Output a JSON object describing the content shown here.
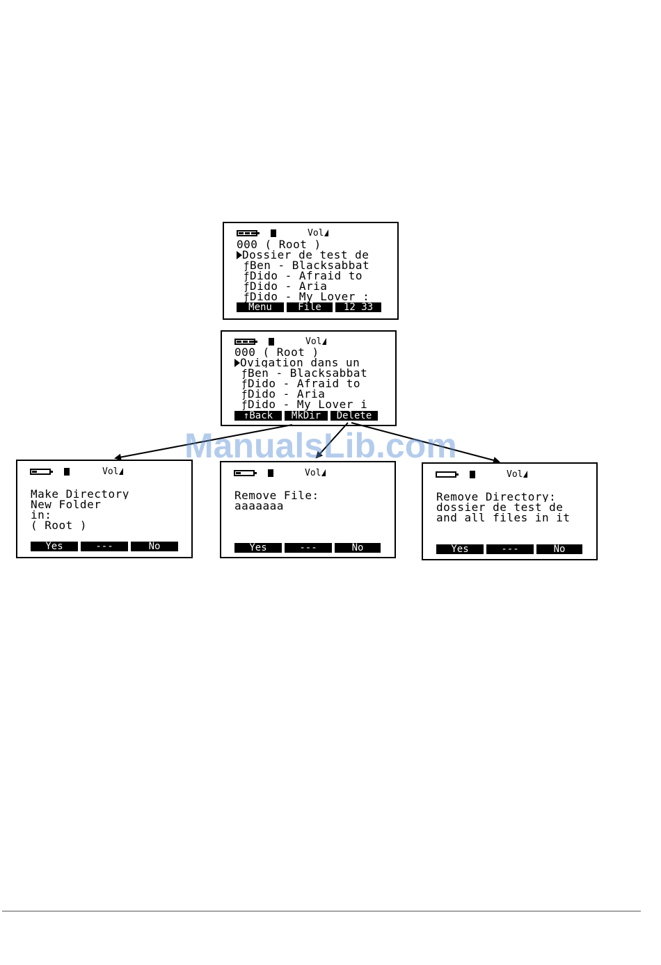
{
  "watermark": "ManualsLib.com",
  "status": {
    "vol_label": "Vol"
  },
  "top_screen": {
    "header": "000 ( Root )",
    "items": [
      "Dossier de test de",
      "Ben - Blacksabbat",
      "Dido - Afraid to",
      "Dido - Aria",
      "Dido - My Lover :"
    ],
    "softkeys": [
      "Menu",
      "File",
      "12 33"
    ]
  },
  "file_screen": {
    "header": "000 ( Root )",
    "items": [
      "Ovigation dans un",
      "Ben - Blacksabbat",
      "Dido - Afraid to",
      "Dido - Aria",
      "Dido - My Lover i"
    ],
    "softkeys": [
      "↑Back",
      "MkDir",
      "Delete"
    ]
  },
  "mkdir_screen": {
    "lines": [
      "Make Directory",
      "New Folder",
      "in:",
      "( Root )"
    ],
    "softkeys": [
      "Yes",
      "---",
      "No"
    ]
  },
  "remove_file_screen": {
    "lines": [
      "Remove File:",
      "aaaaaaa"
    ],
    "softkeys": [
      "Yes",
      "---",
      "No"
    ]
  },
  "remove_dir_screen": {
    "lines": [
      "Remove Directory:",
      "dossier de test de",
      "and all files in it"
    ],
    "softkeys": [
      "Yes",
      "---",
      "No"
    ]
  }
}
